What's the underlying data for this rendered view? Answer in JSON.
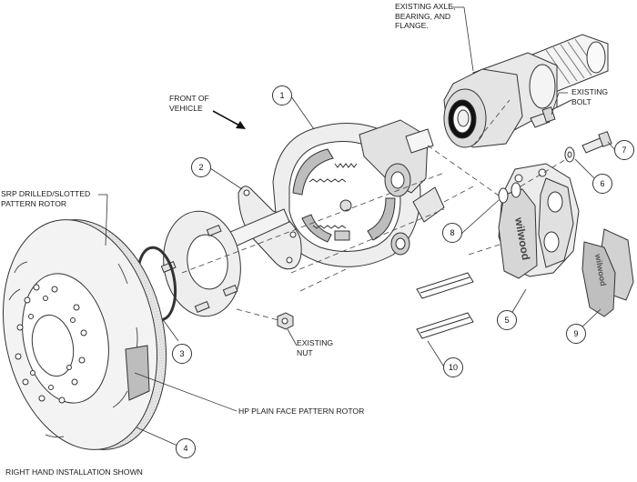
{
  "labels": {
    "existing_axle": [
      "EXISTING AXLE,",
      "BEARING, AND",
      "FLANGE."
    ],
    "existing_bolt": [
      "EXISTING",
      "BOLT"
    ],
    "front_of_vehicle": [
      "FRONT OF",
      "VEHICLE"
    ],
    "srp_rotor": [
      "SRP DRILLED/SLOTTED",
      "PATTERN ROTOR"
    ],
    "existing_nut": [
      "EXISTING",
      "NUT"
    ],
    "hp_rotor": "HP PLAIN FACE PATTERN ROTOR"
  },
  "callouts": [
    "1",
    "2",
    "3",
    "4",
    "5",
    "6",
    "7",
    "8",
    "9",
    "10"
  ],
  "caption": "RIGHT HAND INSTALLATION SHOWN",
  "caliper_branding": "wilwood",
  "colors": {
    "line": "#333333",
    "fill_light": "#efefef",
    "fill_mid": "#d8d8d8",
    "fill_dark": "#9a9a9a"
  }
}
